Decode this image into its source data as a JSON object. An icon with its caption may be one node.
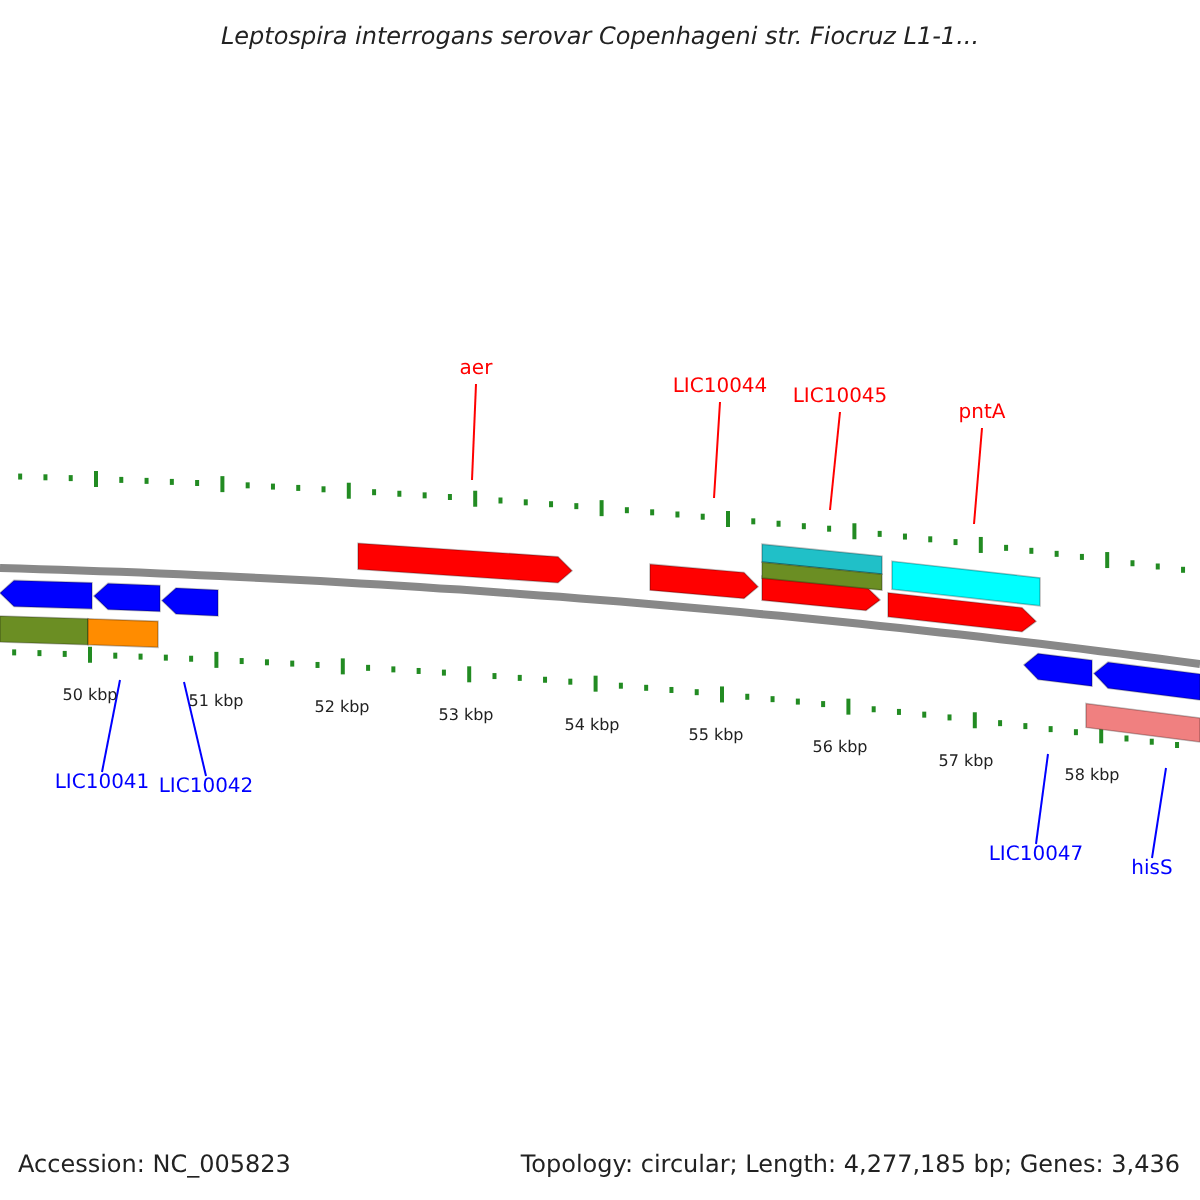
{
  "diagram": {
    "title": "Leptospira interrogans serovar Copenhageni str. Fiocruz L1-1...",
    "nodes": [
      {
        "text": [
          "aer"
        ]
      },
      {
        "text": [
          "LIC10044"
        ]
      },
      {
        "text": [
          "LIC10045"
        ]
      },
      {
        "text": [
          "pntA"
        ]
      },
      {
        "text": [
          "LIC10041"
        ]
      },
      {
        "text": [
          "LIC10042"
        ]
      },
      {
        "text": [
          "LIC10047"
        ]
      },
      {
        "text": [
          "hisS"
        ]
      },
      {
        "text": [],
        "shape": "picture"
      }
    ],
    "edges": [
      {
        "from": 0,
        "to": 8,
        "arrow": "none",
        "color": "#ff0000"
      },
      {
        "from": 1,
        "to": 8,
        "arrow": "none",
        "color": "#ff0000"
      },
      {
        "from": 2,
        "to": 8,
        "arrow": "none",
        "color": "#ff0000"
      },
      {
        "from": 3,
        "to": 8,
        "arrow": "none",
        "color": "#ff0000"
      },
      {
        "from": 4,
        "to": 8,
        "arrow": "none",
        "color": "#0000ff"
      },
      {
        "from": 5,
        "to": 8,
        "arrow": "none",
        "color": "#0000ff"
      },
      {
        "from": 6,
        "to": 8,
        "arrow": "none",
        "color": "#0000ff"
      },
      {
        "from": 7,
        "to": 8,
        "arrow": "none",
        "color": "#0000ff"
      }
    ],
    "labels": [
      "50 kbp",
      "51 kbp",
      "52 kbp",
      "53 kbp",
      "54 kbp",
      "55 kbp",
      "56 kbp",
      "57 kbp",
      "58 kbp",
      "Accession: NC_005823",
      "Topology: circular; Length: 4,277,185 bp; Genes: 3,436"
    ]
  }
}
